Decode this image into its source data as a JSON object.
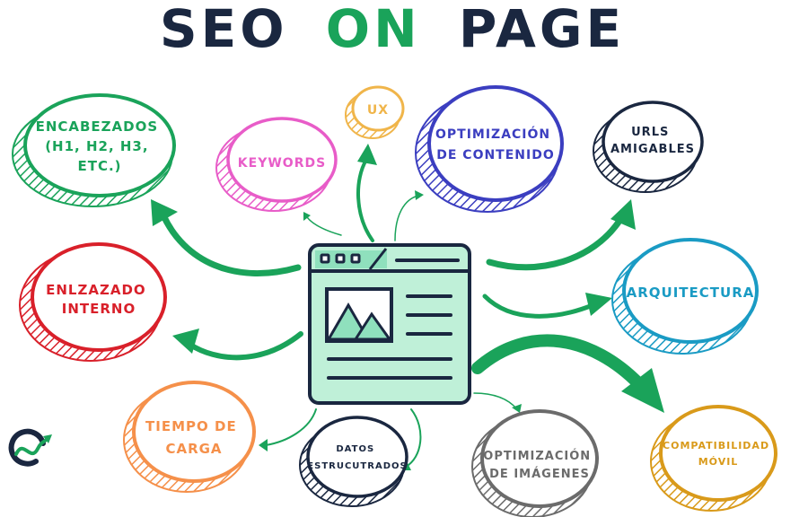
{
  "title": {
    "part1": "SEO",
    "part2": "ON",
    "part3": "PAGE",
    "color_main": "#1a2740",
    "color_accent": "#1aa35a"
  },
  "nodes": {
    "encabezados": {
      "lines": [
        "ENCABEZADOS",
        "(H1, H2, H3,",
        "ETC.)"
      ],
      "color": "#1aa35a"
    },
    "keywords": {
      "lines": [
        "KEYWORDS"
      ],
      "color": "#e85cc8"
    },
    "ux": {
      "lines": [
        "UX"
      ],
      "color": "#f0b54a"
    },
    "optimizacion_contenido": {
      "lines": [
        "OPTIMIZACIÓN",
        "DE CONTENIDO"
      ],
      "color": "#3b3ec0"
    },
    "urls": {
      "lines": [
        "URLS",
        "AMIGABLES"
      ],
      "color": "#1a2740"
    },
    "arquitectura": {
      "lines": [
        "ARQUITECTURA"
      ],
      "color": "#1a9bc4"
    },
    "enlazado": {
      "lines": [
        "ENLZAZADO",
        "INTERNO"
      ],
      "color": "#d9202a"
    },
    "tiempo": {
      "lines": [
        "TIEMPO DE",
        "CARGA"
      ],
      "color": "#f5904a"
    },
    "datos": {
      "lines": [
        "DATOS",
        "ESTRUCUTRADOS"
      ],
      "color": "#1a2740"
    },
    "imagenes": {
      "lines": [
        "OPTIMIZACIÓN",
        "DE IMÁGENES"
      ],
      "color": "#6b6b6b"
    },
    "compatibilidad": {
      "lines": [
        "COMPATIBILIDAD",
        "MÓVIL"
      ],
      "color": "#d99a1a"
    }
  },
  "colors": {
    "arrow": "#1aa35a",
    "browser_fill": "#bff0d8",
    "browser_stroke": "#1a2740",
    "image_fill": "#8fe0bd"
  },
  "icons": [
    "browser-window-icon",
    "image-mountain-icon",
    "brand-logo-icon"
  ]
}
